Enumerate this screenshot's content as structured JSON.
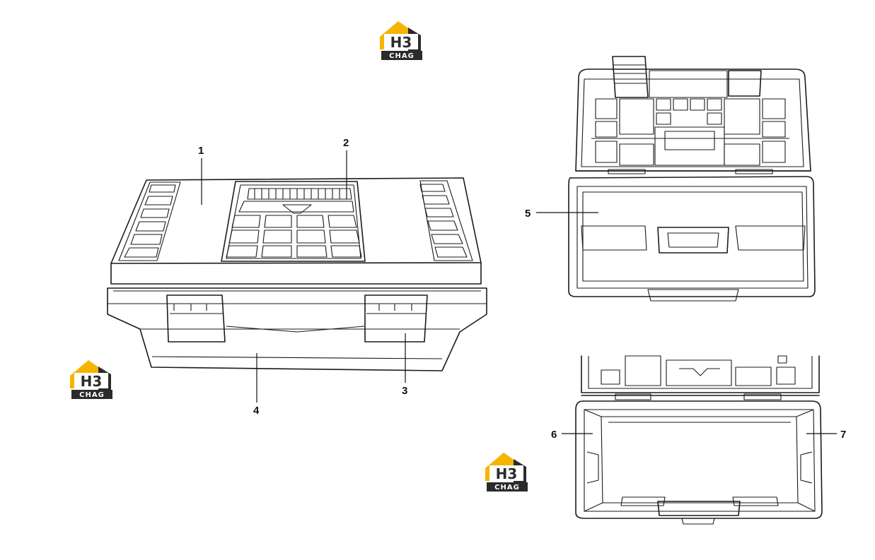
{
  "logo": {
    "mark": "H3",
    "wordmark": "CHAG"
  },
  "colors": {
    "logo_yellow": "#f5b400",
    "logo_dark": "#2b2b2b",
    "line": "#1a1a1a"
  },
  "callouts": {
    "c1": "1",
    "c2": "2",
    "c3": "3",
    "c4": "4",
    "c5": "5",
    "c6": "6",
    "c7": "7"
  }
}
